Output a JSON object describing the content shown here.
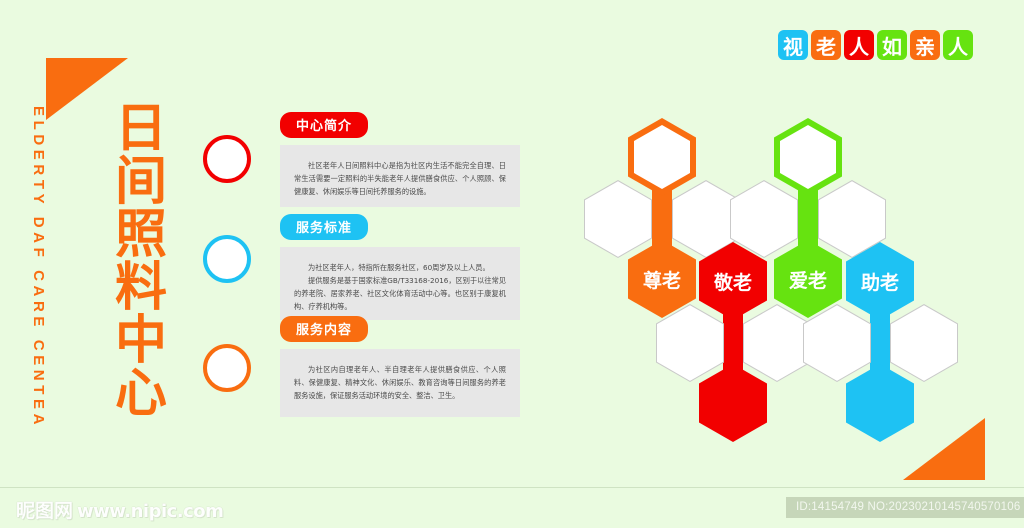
{
  "background_color": "#eafbe0",
  "title": {
    "chinese_chars": [
      "日",
      "间",
      "照",
      "料",
      "中",
      "心"
    ],
    "chinese_full": "日间照料中心",
    "english": "ELDERTY DAF CARE CENTEA",
    "color": "#f96d10"
  },
  "decor": {
    "triangle_top_left": "orange-triangle",
    "triangle_bottom_right": "orange-triangle",
    "triangle_color": "#f96d10"
  },
  "markers": [
    {
      "name": "circle-marker-1",
      "color": "#f20000"
    },
    {
      "name": "circle-marker-2",
      "color": "#1ec2f3"
    },
    {
      "name": "circle-marker-3",
      "color": "#f96d10"
    }
  ],
  "sections": [
    {
      "badge": "中心简介",
      "badge_color": "#f20000",
      "body": "社区老年人日间照料中心是指为社区内生活不能完全自理、日常生活需要一定照料的半失能老年人提供膳食供应、个人照顾、保健康复、休闲娱乐等日间托养服务的设施。"
    },
    {
      "badge": "服务标准",
      "badge_color": "#1ec2f3",
      "body_p1": "为社区老年人，特指所在服务社区，60周岁及以上人员。",
      "body_p2": "提供服务是基于国家标准GB/T33168-2016，区别于以往常见的养老院、居家养老、社区文化体育活动中心等。也区别于康复机构、疗养机构等。"
    },
    {
      "badge": "服务内容",
      "badge_color": "#f96d10",
      "body": "为社区内自理老年人、半自理老年人提供膳食供应、个人照料、保健康复、精神文化、休闲娱乐、教育咨询等日间服务的养老服务设施，保证服务活动环境的安全、整洁、卫生。"
    }
  ],
  "slogan": {
    "full": "视老人如亲人",
    "tiles": [
      {
        "char": "视",
        "color": "#1ec2f3"
      },
      {
        "char": "老",
        "color": "#f96d10"
      },
      {
        "char": "人",
        "color": "#f20000"
      },
      {
        "char": "如",
        "color": "#66e310"
      },
      {
        "char": "亲",
        "color": "#f96d10"
      },
      {
        "char": "人",
        "color": "#66e310"
      }
    ]
  },
  "hex_cluster": {
    "labels": [
      {
        "text": "尊老",
        "color": "#f96d10"
      },
      {
        "text": "敬老",
        "color": "#f20000"
      },
      {
        "text": "爱老",
        "color": "#66e310"
      },
      {
        "text": "助老",
        "color": "#1ec2f3"
      }
    ]
  },
  "footer": {
    "watermark_cn": "昵图网",
    "watermark_site": "www.nipic.com",
    "id_text": "ID:14154749 NO:20230210145740570106"
  }
}
